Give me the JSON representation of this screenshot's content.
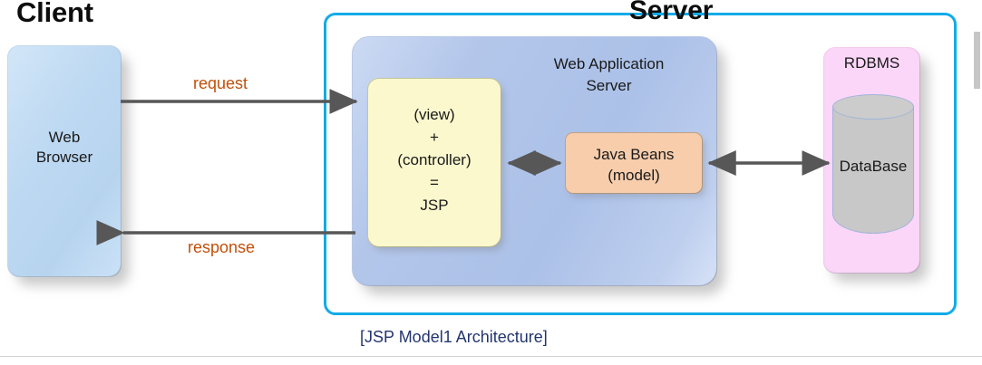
{
  "diagram": {
    "caption": "[JSP Model1 Architecture]",
    "client": {
      "title": "Client",
      "browser_label": "Web\nBrowser"
    },
    "server": {
      "title": "Server",
      "was_label": "Web Application\nServer",
      "jsp_label": "(view)\n+\n(controller)\n=\nJSP",
      "beans_label": "Java Beans\n(model)"
    },
    "rdbms": {
      "title": "RDBMS",
      "database_label": "DataBase"
    },
    "arrows": {
      "request_label": "request",
      "response_label": "response"
    },
    "colors": {
      "server_border": "#12abe9",
      "browser_fill": "#bed9f2",
      "was_fill": "#b0c4e8",
      "jsp_fill": "#fbf8ce",
      "beans_fill": "#f7cdac",
      "rdbms_fill": "#fbd6f8",
      "database_fill": "#c8c8c8",
      "arrow_stroke": "#575757",
      "arrow_label_text": "#c1500a",
      "caption_text": "#23356e"
    }
  }
}
